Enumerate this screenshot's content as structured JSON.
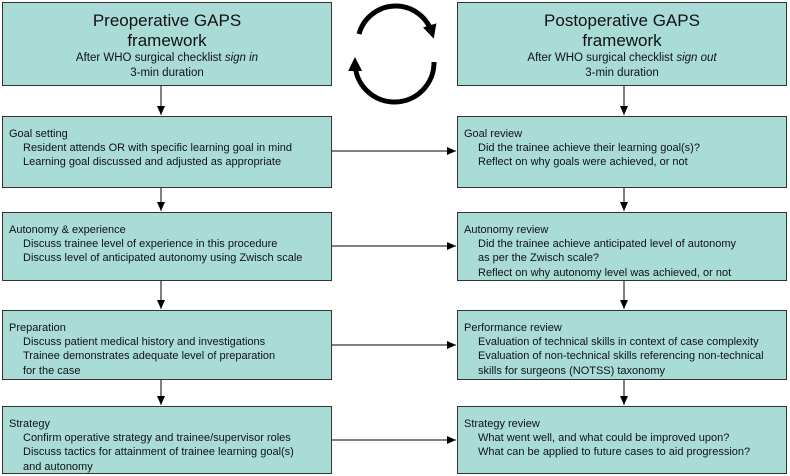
{
  "left": {
    "header": {
      "title_line1": "Preoperative GAPS",
      "title_line2": "framework",
      "subtitle_prefix": "After WHO surgical checklist ",
      "subtitle_em": "sign in",
      "duration": "3-min duration"
    },
    "boxes": [
      {
        "title": "Goal setting",
        "lines": [
          "Resident attends OR with specific learning goal in mind",
          "Learning goal discussed and adjusted as appropriate"
        ]
      },
      {
        "title": "Autonomy & experience",
        "lines": [
          "Discuss trainee level of experience in this procedure",
          "Discuss level of anticipated autonomy using Zwisch scale"
        ]
      },
      {
        "title": "Preparation",
        "lines": [
          "Discuss patient medical history and investigations",
          "Trainee demonstrates adequate level of preparation",
          "for the case"
        ]
      },
      {
        "title": "Strategy",
        "lines": [
          "Confirm operative strategy and trainee/supervisor roles",
          "Discuss tactics for attainment of trainee learning goal(s)",
          "and autonomy"
        ]
      }
    ]
  },
  "right": {
    "header": {
      "title_line1": "Postoperative GAPS",
      "title_line2": "framework",
      "subtitle_prefix": "After WHO surgical checklist ",
      "subtitle_em": "sign out",
      "duration": "3-min duration"
    },
    "boxes": [
      {
        "title": "Goal review",
        "lines": [
          "Did the trainee achieve their learning goal(s)?",
          "Reflect on why goals were achieved, or not"
        ]
      },
      {
        "title": "Autonomy review",
        "lines": [
          "Did the trainee achieve anticipated level of autonomy",
          "as per the Zwisch scale?",
          "Reflect on why autonomy level was achieved, or not"
        ]
      },
      {
        "title": "Performance review",
        "lines": [
          "Evaluation of technical skills in context of case complexity",
          "Evaluation of non-technical skills referencing non-technical",
          "skills for surgeons (NOTSS) taxonomy"
        ]
      },
      {
        "title": "Strategy review",
        "lines": [
          "What went well, and what could be improved upon?",
          "What can be applied to future cases to aid progression?"
        ]
      }
    ]
  },
  "colors": {
    "box_fill": "#a9dcd6",
    "border": "#333333",
    "arrow": "#000000"
  },
  "icons": {
    "cycle": "circular-arrows-icon"
  }
}
